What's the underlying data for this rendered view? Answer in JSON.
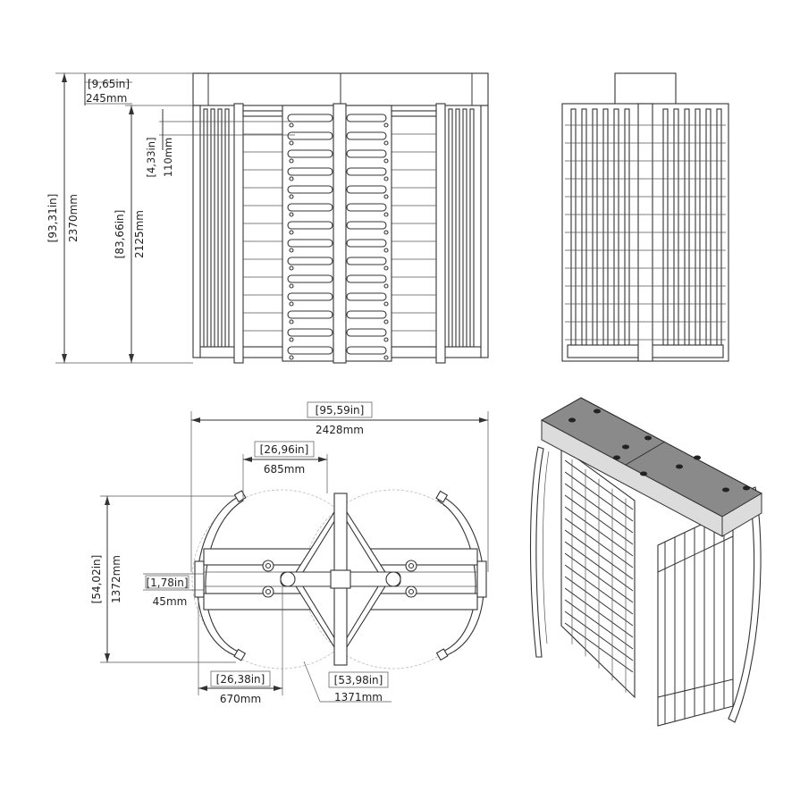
{
  "front_view": {
    "total_height_in": "[93,31in]",
    "total_height_mm": "2370mm",
    "body_height_in": "[83,66in]",
    "body_height_mm": "2125mm",
    "top_height_in": "[9,65in]",
    "top_height_mm": "245mm",
    "arm_gap_in": "[4,33in]",
    "arm_gap_mm": "110mm"
  },
  "top_view": {
    "overall_width_in": "[95,59in]",
    "overall_width_mm": "2428mm",
    "rotor_arm_in": "[26,96in]",
    "rotor_arm_mm": "685mm",
    "depth_in": "[54,02in]",
    "depth_mm": "1372mm",
    "offset_in": "[1,78in]",
    "offset_mm": "45mm",
    "side_in": "[26,38in]",
    "side_mm": "670mm",
    "passage_in": "[53,98in]",
    "passage_mm": "1371mm"
  },
  "colors": {
    "line": "#333333",
    "housing_fill": "#dcdcdc",
    "dark_fill": "#8a8a8a"
  }
}
